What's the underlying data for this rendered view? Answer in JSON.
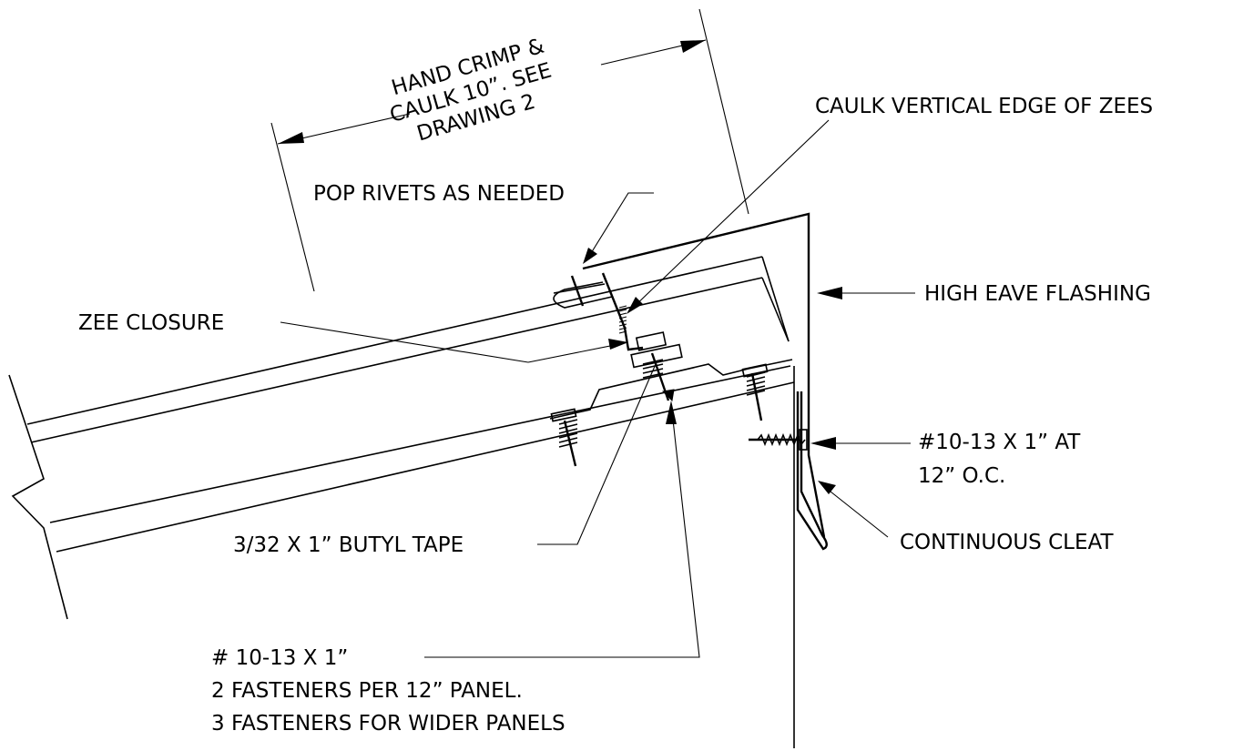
{
  "labels": {
    "hand_crimp": [
      "HAND CRIMP &",
      "CAULK 10”.  SEE",
      "DRAWING 2"
    ],
    "caulk_vertical": "CAULK VERTICAL EDGE OF ZEES",
    "pop_rivets": "POP RIVETS AS NEEDED",
    "zee_closure": "ZEE CLOSURE",
    "high_eave_flashing": "HIGH EAVE FLASHING",
    "fastener_10_13_at": [
      "#10-13 X 1” AT",
      "12” O.C."
    ],
    "continuous_cleat": "CONTINUOUS CLEAT",
    "butyl_tape": "3/32 X 1” BUTYL TAPE",
    "fastener_note": [
      "# 10-13 X 1”",
      "2 FASTENERS PER 12” PANEL.",
      "3 FASTENERS FOR WIDER PANELS"
    ]
  }
}
